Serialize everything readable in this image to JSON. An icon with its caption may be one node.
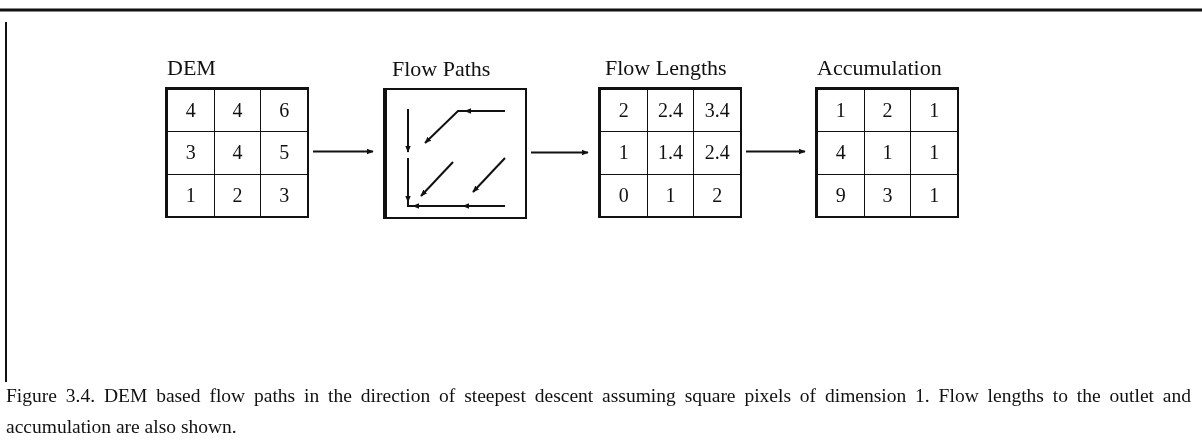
{
  "diagram": {
    "caption": "Figure 3.4. DEM based flow paths in the direction of steepest descent assuming square pixels of dimension 1. Flow lengths to the outlet and accumulation are also shown.",
    "nodes": [
      {
        "text": [
          "DEM"
        ]
      },
      {
        "text": [
          "4"
        ],
        "in": 0
      },
      {
        "text": [
          "4"
        ],
        "in": 0
      },
      {
        "text": [
          "6"
        ],
        "in": 0
      },
      {
        "text": [
          "3"
        ],
        "in": 0
      },
      {
        "text": [
          "4"
        ],
        "in": 0
      },
      {
        "text": [
          "5"
        ],
        "in": 0
      },
      {
        "text": [
          "1"
        ],
        "in": 0
      },
      {
        "text": [
          "2"
        ],
        "in": 0
      },
      {
        "text": [
          "3"
        ],
        "in": 0
      },
      {
        "text": [
          "Flow Paths"
        ]
      },
      {
        "text": [
          "Flow Lengths"
        ]
      },
      {
        "text": [
          "2"
        ],
        "in": 11
      },
      {
        "text": [
          "2.4"
        ],
        "in": 11
      },
      {
        "text": [
          "3.4"
        ],
        "in": 11
      },
      {
        "text": [
          "1"
        ],
        "in": 11
      },
      {
        "text": [
          "1.4"
        ],
        "in": 11
      },
      {
        "text": [
          "2.4"
        ],
        "in": 11
      },
      {
        "text": [
          "0"
        ],
        "in": 11
      },
      {
        "text": [
          "1"
        ],
        "in": 11
      },
      {
        "text": [
          "2"
        ],
        "in": 11
      },
      {
        "text": [
          "Accumulation"
        ]
      },
      {
        "text": [
          "1"
        ],
        "in": 21
      },
      {
        "text": [
          "2"
        ],
        "in": 21
      },
      {
        "text": [
          "1"
        ],
        "in": 21
      },
      {
        "text": [
          "4"
        ],
        "in": 21
      },
      {
        "text": [
          "1"
        ],
        "in": 21
      },
      {
        "text": [
          "1"
        ],
        "in": 21
      },
      {
        "text": [
          "9"
        ],
        "in": 21
      },
      {
        "text": [
          "3"
        ],
        "in": 21
      },
      {
        "text": [
          "1"
        ],
        "in": 21
      }
    ],
    "edges": [
      {
        "from": 0,
        "to": 10,
        "arrow": "to"
      },
      {
        "from": 10,
        "to": 11,
        "arrow": "to"
      },
      {
        "from": 11,
        "to": 21,
        "arrow": "to"
      }
    ]
  }
}
